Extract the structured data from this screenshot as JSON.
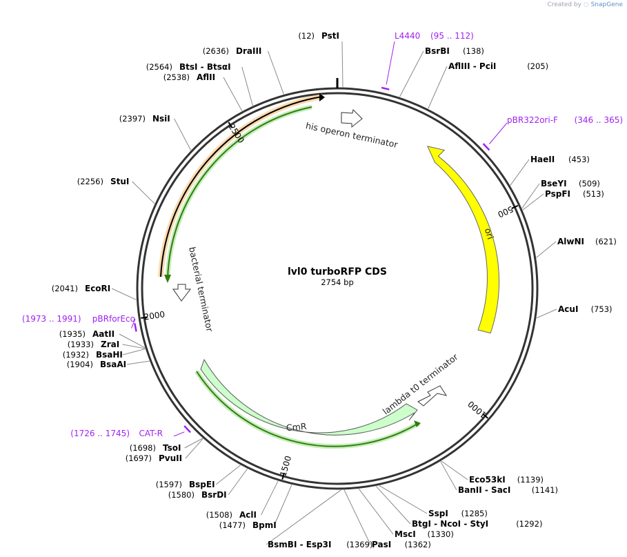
{
  "credit": {
    "prefix": "Created by",
    "brand": "SnapGene"
  },
  "plasmid": {
    "name": "lvl0 turboRFP CDS",
    "length_label": "2754 bp",
    "length": 2754
  },
  "ticks": [
    {
      "pos": 500,
      "label": "500"
    },
    {
      "pos": 1000,
      "label": "1000"
    },
    {
      "pos": 1500,
      "label": "1500"
    },
    {
      "pos": 2000,
      "label": "2000"
    },
    {
      "pos": 2500,
      "label": "2500"
    }
  ],
  "sites": [
    {
      "name": "PstI",
      "pos_label": "(12)",
      "pos": 12
    },
    {
      "name": "BsrBI",
      "pos_label": "(138)",
      "pos": 138
    },
    {
      "name": "AflIII - PciI",
      "pos_label": "(205)",
      "pos": 205
    },
    {
      "name": "HaeII",
      "pos_label": "(453)",
      "pos": 453
    },
    {
      "name": "BseYI",
      "pos_label": "(509)",
      "pos": 509
    },
    {
      "name": "PspFI",
      "pos_label": "(513)",
      "pos": 513
    },
    {
      "name": "AlwNI",
      "pos_label": "(621)",
      "pos": 621
    },
    {
      "name": "AcuI",
      "pos_label": "(753)",
      "pos": 753
    },
    {
      "name": "Eco53kI",
      "pos_label": "(1139)",
      "pos": 1139
    },
    {
      "name": "BanII - SacI",
      "pos_label": "(1141)",
      "pos": 1141
    },
    {
      "name": "SspI",
      "pos_label": "(1285)",
      "pos": 1285
    },
    {
      "name": "BtgI - NcoI - StyI",
      "pos_label": "(1292)",
      "pos": 1292
    },
    {
      "name": "MscI",
      "pos_label": "(1330)",
      "pos": 1330
    },
    {
      "name": "PasI",
      "pos_label": "(1362)",
      "pos": 1362
    },
    {
      "name": "BsmBI - Esp3I",
      "pos_label": "(1369)",
      "pos": 1369
    },
    {
      "name": "BpmI",
      "pos_label": "(1477)",
      "pos": 1477
    },
    {
      "name": "AclI",
      "pos_label": "(1508)",
      "pos": 1508
    },
    {
      "name": "BsrDI",
      "pos_label": "(1580)",
      "pos": 1580
    },
    {
      "name": "BspEI",
      "pos_label": "(1597)",
      "pos": 1597
    },
    {
      "name": "PvuII",
      "pos_label": "(1697)",
      "pos": 1697
    },
    {
      "name": "TsoI",
      "pos_label": "(1698)",
      "pos": 1698
    },
    {
      "name": "BsaAI",
      "pos_label": "(1904)",
      "pos": 1904
    },
    {
      "name": "BsaHI",
      "pos_label": "(1932)",
      "pos": 1932
    },
    {
      "name": "ZraI",
      "pos_label": "(1933)",
      "pos": 1933
    },
    {
      "name": "AatII",
      "pos_label": "(1935)",
      "pos": 1935
    },
    {
      "name": "EcoRI",
      "pos_label": "(2041)",
      "pos": 2041
    },
    {
      "name": "StuI",
      "pos_label": "(2256)",
      "pos": 2256
    },
    {
      "name": "NsiI",
      "pos_label": "(2397)",
      "pos": 2397
    },
    {
      "name": "AflII",
      "pos_label": "(2538)",
      "pos": 2538
    },
    {
      "name": "BtsI - BtsαI",
      "pos_label": "(2564)",
      "pos": 2564
    },
    {
      "name": "DraIII",
      "pos_label": "(2636)",
      "pos": 2636
    }
  ],
  "primers": [
    {
      "name": "L4440",
      "range_label": "(95 .. 112)",
      "start": 95,
      "end": 112
    },
    {
      "name": "pBR322ori-F",
      "range_label": "(346 .. 365)",
      "start": 346,
      "end": 365
    },
    {
      "name": "CAT-R",
      "range_label": "(1726 .. 1745)",
      "start": 1726,
      "end": 1745
    },
    {
      "name": "pBRforEco",
      "range_label": "(1973 .. 1991)",
      "start": 1973,
      "end": 1991
    }
  ],
  "features": [
    {
      "name": "his operon terminator",
      "type": "terminator"
    },
    {
      "name": "ori",
      "type": "rep_origin",
      "color": "#ffff00"
    },
    {
      "name": "lambda t0 terminator",
      "type": "terminator"
    },
    {
      "name": "CmR",
      "type": "cds",
      "color": "#ccffcc"
    },
    {
      "name": "bacterial terminator",
      "type": "terminator"
    },
    {
      "name": "turboRFP",
      "type": "cds_line",
      "color": "#f2a640"
    },
    {
      "name": "CmR",
      "type": "cds_line",
      "color": "#2e7d0e"
    }
  ]
}
